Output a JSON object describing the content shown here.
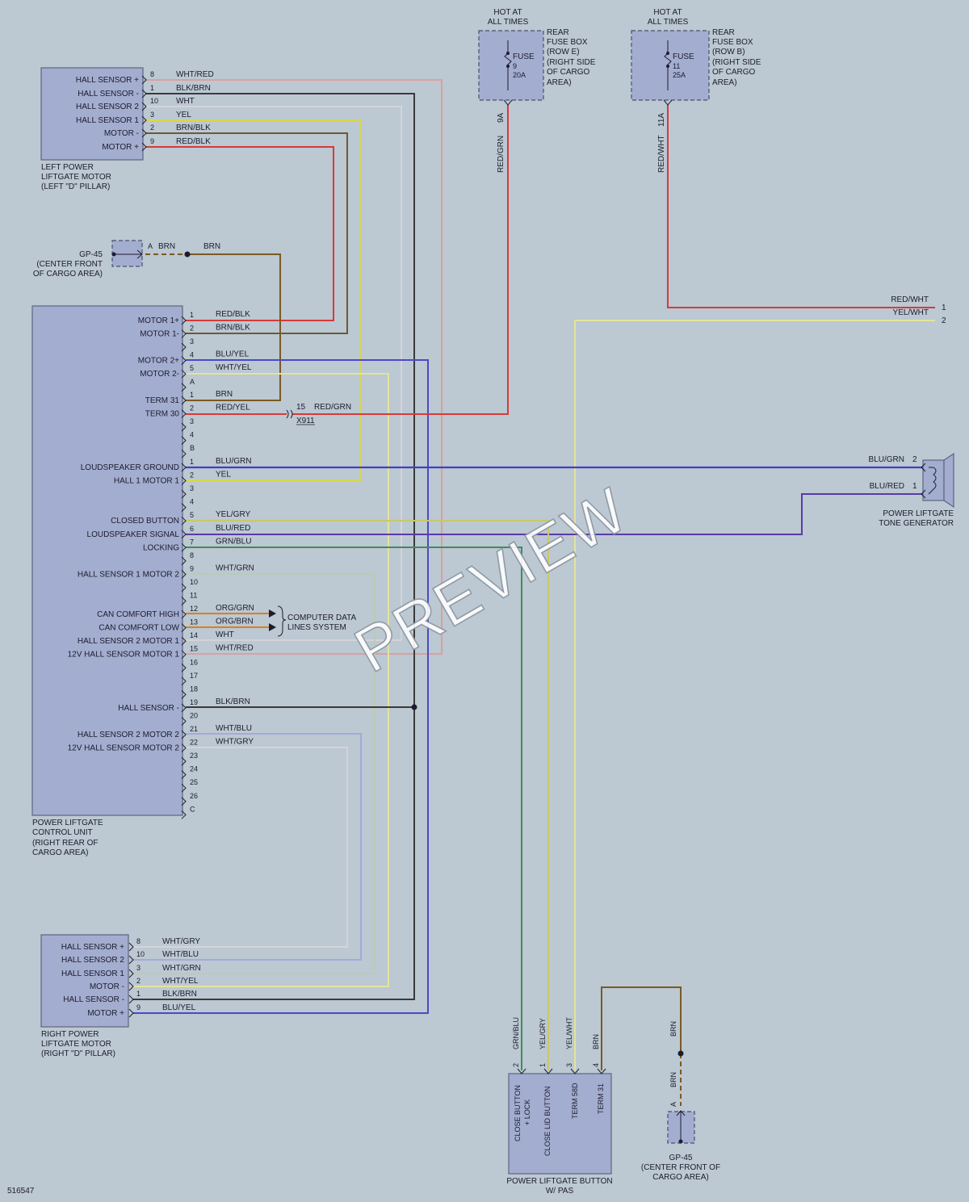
{
  "colors": {
    "background": "#bcc8d2",
    "component": "#a3adcf",
    "red": "#d63a3a",
    "brown": "#7a5a22",
    "blue": "#4040c0",
    "yellow": "#d8d84a",
    "white_wire": "#d4d4d8",
    "green": "#3e8c5a",
    "orange": "#d98020",
    "black_wire": "#3a3a3a"
  },
  "fuse_e": {
    "hot": "HOT AT",
    "hot2": "ALL TIMES",
    "fuse": "FUSE",
    "num": "9",
    "amp": "20A",
    "l1": "REAR",
    "l2": "FUSE BOX",
    "l3": "(ROW E)",
    "l4": "(RIGHT SIDE",
    "l5": "OF CARGO",
    "l6": "AREA)",
    "pin": "9A",
    "wire": "RED/GRN"
  },
  "fuse_b": {
    "hot": "HOT AT",
    "hot2": "ALL TIMES",
    "fuse": "FUSE",
    "num": "11",
    "amp": "25A",
    "l1": "REAR",
    "l2": "FUSE BOX",
    "l3": "(ROW B)",
    "l4": "(RIGHT SIDE",
    "l5": "OF CARGO",
    "l6": "AREA)",
    "pin": "11A",
    "wire": "RED/WHT"
  },
  "left_motor": {
    "labels": [
      "HALL SENSOR +",
      "HALL SENSOR -",
      "HALL SENSOR 2",
      "HALL SENSOR 1",
      "MOTOR -",
      "MOTOR +"
    ],
    "pins": [
      "8",
      "1",
      "10",
      "3",
      "2",
      "9"
    ],
    "wires": [
      "WHT/RED",
      "BLK/BRN",
      "WHT",
      "YEL",
      "BRN/BLK",
      "RED/BLK"
    ],
    "cap1": "LEFT POWER",
    "cap2": "LIFTGATE MOTOR",
    "cap3": "(LEFT \"D\" PILLAR)"
  },
  "gp45_top": {
    "label": "GP-45",
    "cap1": "(CENTER FRONT",
    "cap2": "OF CARGO AREA)",
    "pin": "A",
    "wire1": "BRN",
    "wire2": "BRN"
  },
  "control_unit": {
    "a_labels": [
      "MOTOR 1+",
      "MOTOR 1-",
      "",
      "MOTOR 2+",
      "MOTOR 2-"
    ],
    "a_pins": [
      "1",
      "2",
      "3",
      "4",
      "5",
      "A"
    ],
    "a_wires": [
      "RED/BLK",
      "BRN/BLK",
      "",
      "BLU/YEL",
      "WHT/YEL"
    ],
    "b_labels": [
      "TERM 31",
      "TERM 30"
    ],
    "b_pins": [
      "1",
      "2",
      "3",
      "4",
      "B"
    ],
    "b_wires": [
      "BRN",
      "RED/YEL"
    ],
    "splice_num": "15",
    "splice_wire": "RED/GRN",
    "splice_id": "X911",
    "c_labels": [
      "LOUDSPEAKER GROUND",
      "HALL 1 MOTOR 1",
      "",
      "",
      "CLOSED BUTTON",
      "LOUDSPEAKER SIGNAL",
      "LOCKING",
      "",
      "HALL SENSOR 1 MOTOR 2",
      "",
      "",
      "CAN COMFORT HIGH",
      "CAN COMFORT LOW",
      "HALL SENSOR 2 MOTOR 1",
      "12V HALL SENSOR MOTOR 1",
      "",
      "",
      "",
      "HALL SENSOR -",
      "",
      "HALL SENSOR 2 MOTOR 2",
      "12V HALL SENSOR MOTOR 2",
      "",
      "",
      "",
      ""
    ],
    "c_pins": [
      "1",
      "2",
      "3",
      "4",
      "5",
      "6",
      "7",
      "8",
      "9",
      "10",
      "11",
      "12",
      "13",
      "14",
      "15",
      "16",
      "17",
      "18",
      "19",
      "20",
      "21",
      "22",
      "23",
      "24",
      "25",
      "26",
      "C"
    ],
    "c_wires": [
      "BLU/GRN",
      "YEL",
      "",
      "",
      "YEL/GRY",
      "BLU/RED",
      "GRN/BLU",
      "",
      "WHT/GRN",
      "",
      "",
      "ORG/GRN",
      "ORG/BRN",
      "WHT",
      "WHT/RED",
      "",
      "",
      "",
      "BLK/BRN",
      "",
      "WHT/BLU",
      "WHT/GRY",
      "",
      "",
      "",
      ""
    ],
    "data1": "COMPUTER DATA",
    "data2": "LINES SYSTEM",
    "cap1": "POWER LIFTGATE",
    "cap2": "CONTROL UNIT",
    "cap3": "(RIGHT REAR OF",
    "cap4": "CARGO AREA)"
  },
  "right_edge": {
    "w1": "RED/WHT",
    "p1": "1",
    "w2": "YEL/WHT",
    "p2": "2"
  },
  "tone": {
    "w1": "BLU/GRN",
    "p1": "2",
    "w2": "BLU/RED",
    "p2": "1",
    "cap1": "POWER LIFTGATE",
    "cap2": "TONE GENERATOR"
  },
  "right_motor": {
    "labels": [
      "HALL SENSOR +",
      "HALL SENSOR 2",
      "HALL SENSOR 1",
      "MOTOR -",
      "HALL SENSOR -",
      "MOTOR +"
    ],
    "pins": [
      "8",
      "10",
      "3",
      "2",
      "1",
      "9"
    ],
    "wires": [
      "WHT/GRY",
      "WHT/BLU",
      "WHT/GRN",
      "WHT/YEL",
      "BLK/BRN",
      "BLU/YEL"
    ],
    "cap1": "RIGHT POWER",
    "cap2": "LIFTGATE MOTOR",
    "cap3": "(RIGHT \"D\" PILLAR)"
  },
  "button": {
    "wires": [
      "GRN/BLU",
      "YEL/GRY",
      "YEL/WHT",
      "BRN"
    ],
    "pins": [
      "2",
      "1",
      "3",
      "4"
    ],
    "labels": [
      "CLOSE BUTTON",
      "+ LOCK",
      "CLOSE LID BUTTON",
      "TERM 58D",
      "TERM 31"
    ],
    "cap1": "POWER LIFTGATE BUTTON",
    "cap2": "W/ PAS"
  },
  "gp45_bottom": {
    "wire1": "BRN",
    "wire2": "BRN",
    "pin": "A",
    "label": "GP-45",
    "cap1": "(CENTER FRONT OF",
    "cap2": "CARGO AREA)"
  },
  "diagram_id": "516547",
  "watermark": "PREVIEW"
}
